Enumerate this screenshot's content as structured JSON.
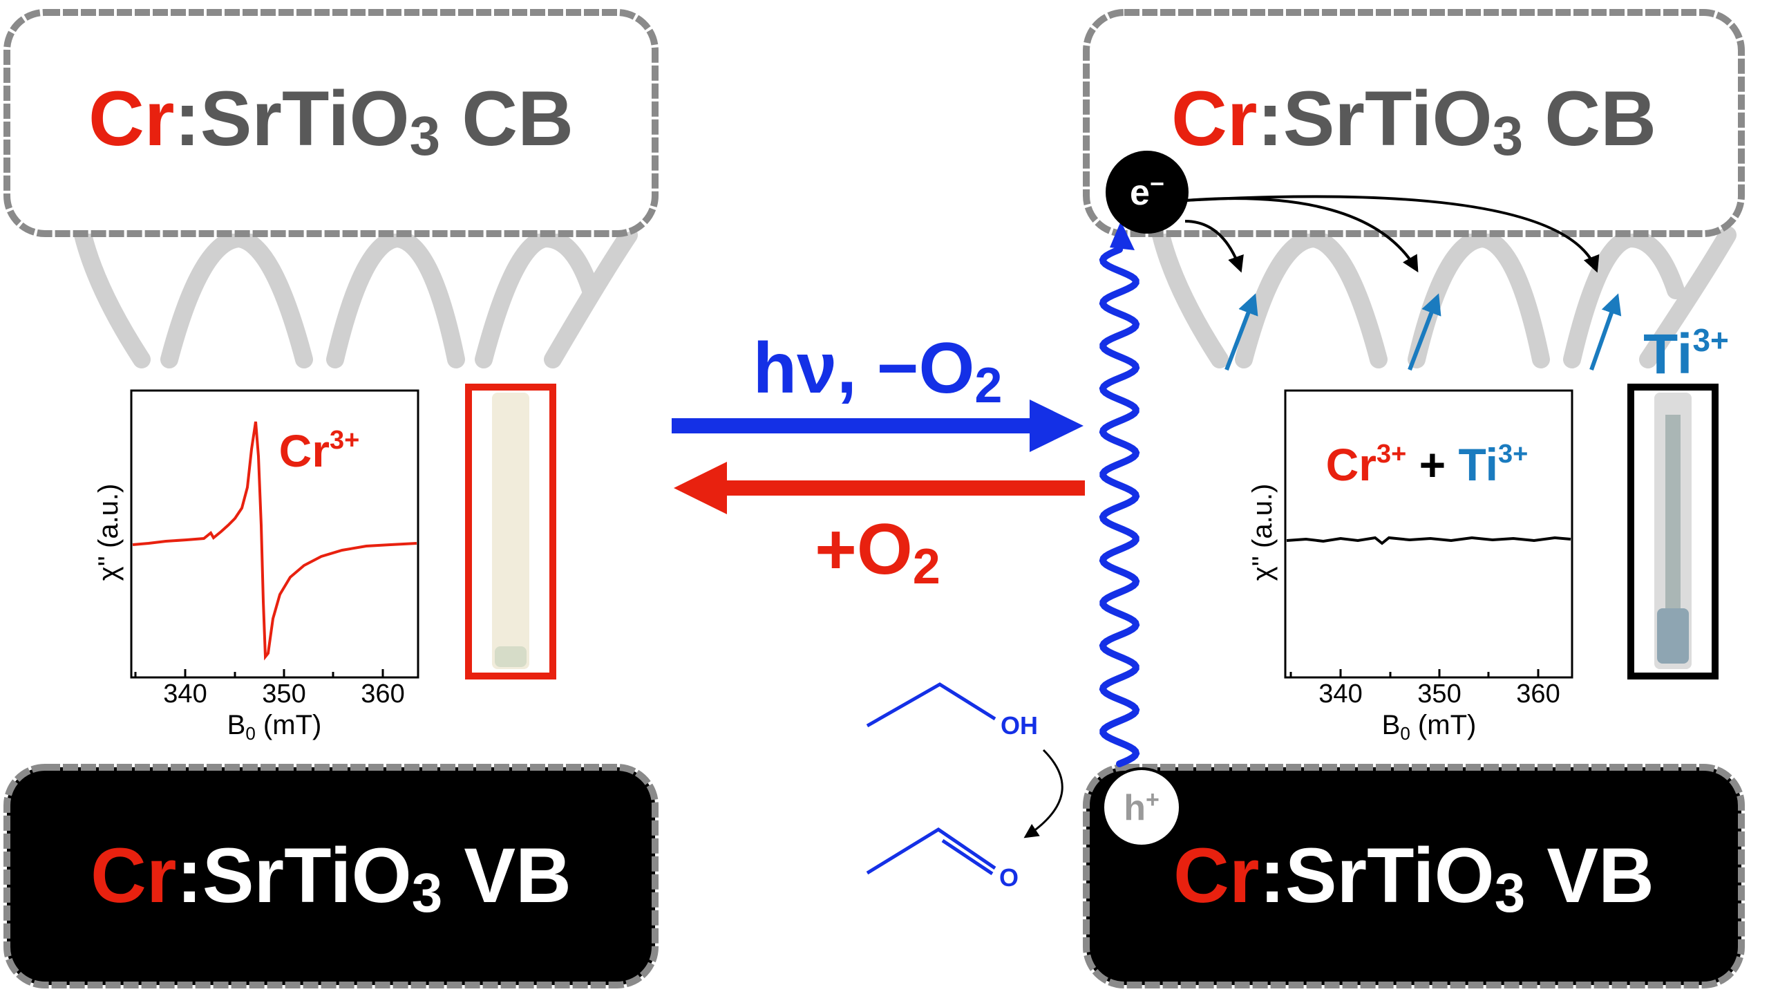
{
  "left_panel": {
    "cb": {
      "dopant": "Cr",
      "host": ":SrTiO",
      "sub": "3",
      "band": " CB"
    },
    "vb": {
      "dopant": "Cr",
      "host": ":SrTiO",
      "sub": "3",
      "band": " VB"
    },
    "epr": {
      "ylabel": "χ'' (a.u.)",
      "xlabel_main": "B",
      "xlabel_sub": "0",
      "xlabel_unit": " (mT)",
      "ticks": [
        "340",
        "350",
        "360"
      ],
      "species": {
        "symbol": "Cr",
        "charge": "3+"
      }
    }
  },
  "right_panel": {
    "cb": {
      "dopant": "Cr",
      "host": ":SrTiO",
      "sub": "3",
      "band": " CB"
    },
    "vb": {
      "dopant": "Cr",
      "host": ":SrTiO",
      "sub": "3",
      "band": " VB"
    },
    "electron": {
      "symbol": "e",
      "charge": "−"
    },
    "hole": {
      "symbol": "h",
      "charge": "+"
    },
    "ti_label": {
      "symbol": "Ti",
      "charge": "3+"
    },
    "epr": {
      "ylabel": "χ'' (a.u.)",
      "xlabel_main": "B",
      "xlabel_sub": "0",
      "xlabel_unit": " (mT)",
      "ticks": [
        "340",
        "350",
        "360"
      ],
      "species_a": {
        "symbol": "Cr",
        "charge": "3+"
      },
      "plus": " + ",
      "species_b": {
        "symbol": "Ti",
        "charge": "3+"
      }
    }
  },
  "forward": {
    "main": "hν, −O",
    "sub": "2"
  },
  "reverse": {
    "main": "+O",
    "sub": "2"
  },
  "molecules": {
    "alcohol_group": "OH",
    "aldehyde_group": "O"
  },
  "colors": {
    "red": "#e8210f",
    "blue": "#1430e6",
    "ti_blue": "#1a7bbf",
    "grey_text": "#595959",
    "black": "#000000"
  }
}
